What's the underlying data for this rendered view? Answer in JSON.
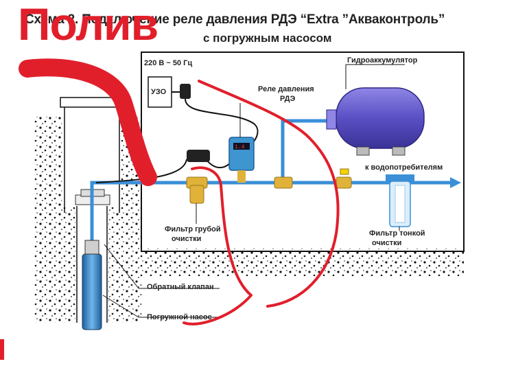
{
  "title": {
    "line1": "Схема 2. Подключение реле давления РДЭ “Extra ”Акваконтроль”",
    "line2": "с погружным насосом"
  },
  "overlay_word": "Полив",
  "labels": {
    "power": "220 В ~ 50 Гц",
    "uzo": "УЗО",
    "relay_line1": "Реле давления",
    "relay_line2": "РДЭ",
    "accumulator": "Гидроаккумулятор",
    "consumers": "к водопотребителям",
    "coarse_filter_line1": "Фильтр грубой",
    "coarse_filter_line2": "очистки",
    "fine_filter_line1": "Фильтр тонкой",
    "fine_filter_line2": "очистки",
    "check_valve": "Обратный клапан",
    "pump": "Погружной насос"
  },
  "colors": {
    "pipe": "#3a8fd8",
    "tank": "#5a4fc4",
    "overlay": "#e11f2b",
    "fitting": "#e0b23a"
  }
}
